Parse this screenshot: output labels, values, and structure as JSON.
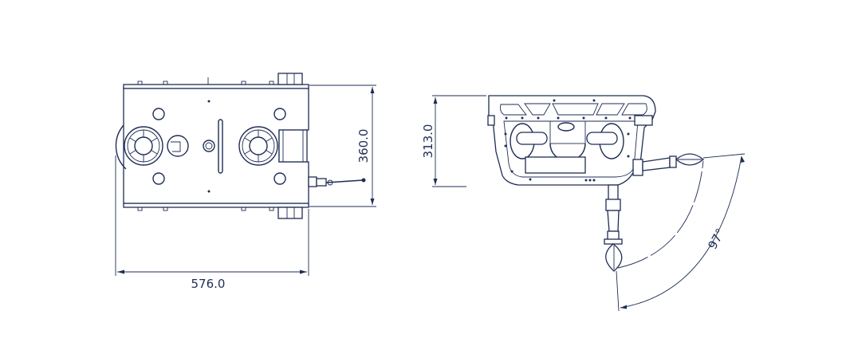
{
  "drawing": {
    "top_view": {
      "width_dimension": "576.0",
      "height_dimension": "360.0"
    },
    "side_view": {
      "height_dimension": "313.0",
      "arm_angle": "97°"
    },
    "line_color": "#1f2d55"
  }
}
